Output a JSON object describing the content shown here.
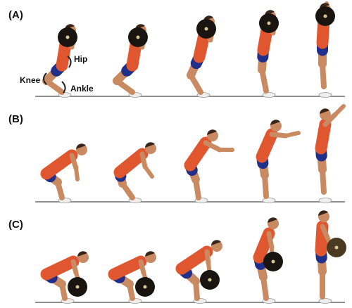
{
  "figure": {
    "colors": {
      "skin": "#c98a62",
      "skin_shade": "#a86c48",
      "hair": "#3a2418",
      "shirt": "#e0572f",
      "shorts": "#1f2f8a",
      "shoe": "#eeeeee",
      "floor": "#8f8f8f",
      "disc": "#1a1410",
      "disc_hub": "#d9c796",
      "arc": "#222222"
    },
    "panels": [
      {
        "label": "(A)",
        "description_token": "squat-jump-with-disc-on-shoulders",
        "joint_labels": {
          "hip": "Hip",
          "knee": "Knee",
          "ankle": "Ankle"
        },
        "frames": [
          {
            "pose": "deep-squat",
            "disc": "shoulder"
          },
          {
            "pose": "deep-squat",
            "disc": "shoulder"
          },
          {
            "pose": "half-squat",
            "disc": "shoulder"
          },
          {
            "pose": "extending",
            "disc": "shoulder"
          },
          {
            "pose": "upright-toes",
            "disc": "shoulder"
          }
        ]
      },
      {
        "label": "(B)",
        "description_token": "countermovement-jump-with-arm-swing",
        "frames": [
          {
            "pose": "hinge-arms-down",
            "disc": "none"
          },
          {
            "pose": "deep-hinge-arms-back",
            "disc": "none"
          },
          {
            "pose": "arms-forward-low",
            "disc": "none"
          },
          {
            "pose": "arms-forward-mid",
            "disc": "none"
          },
          {
            "pose": "arms-up-toes",
            "disc": "none"
          }
        ]
      },
      {
        "label": "(C)",
        "description_token": "deadlift-to-stand-with-disc",
        "frames": [
          {
            "pose": "hinge-disc-low",
            "disc": "low"
          },
          {
            "pose": "hinge-disc-low",
            "disc": "low"
          },
          {
            "pose": "hinge-disc-knee",
            "disc": "knee"
          },
          {
            "pose": "rising-disc-thigh",
            "disc": "thigh"
          },
          {
            "pose": "upright-disc-hip",
            "disc": "hip"
          }
        ]
      }
    ]
  }
}
